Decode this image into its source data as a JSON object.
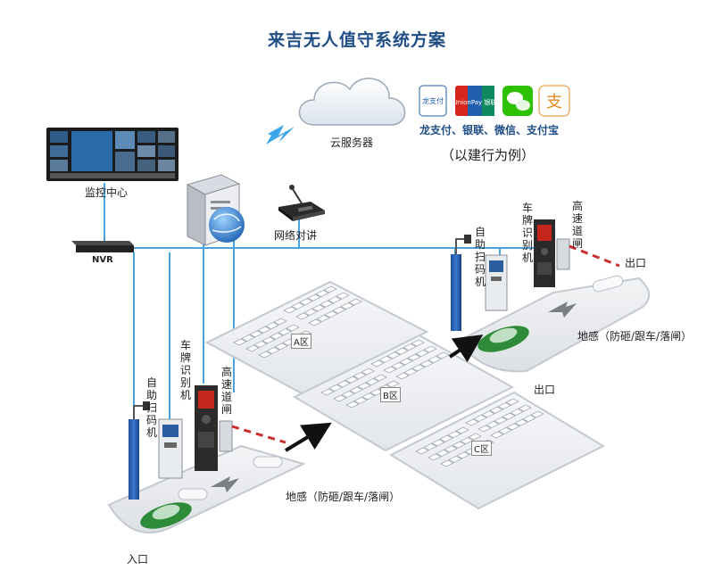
{
  "title": "来吉无人值守系统方案",
  "cloud": {
    "label": "云服务器"
  },
  "payments": {
    "icons": [
      {
        "name": "longpay-logo",
        "text": "龙支付",
        "color": "#1f5fae"
      },
      {
        "name": "unionpay-logo",
        "text": "UnionPay 银联",
        "color": "#d7261e"
      },
      {
        "name": "wechat-logo",
        "text": "",
        "color": "#2dc100"
      },
      {
        "name": "alipay-logo",
        "text": "支",
        "color": "#e58a1f"
      }
    ],
    "caption": "龙支付、银联、微信、支付宝",
    "note": "（以建行为例）"
  },
  "monitor": {
    "label": "监控中心"
  },
  "nvr": {
    "label": "NVR"
  },
  "intercom": {
    "label": "网络对讲"
  },
  "entry": {
    "kiosk_label": "自助扫码机",
    "lpr_label": "车牌识别机",
    "barrier_label": "高速道闸",
    "sensor_label": "地感（防砸/跟车/落闸）",
    "gate_label": "入口"
  },
  "exit": {
    "kiosk_label": "自助扫码机",
    "lpr_label": "车牌识别机",
    "barrier_label": "高速道闸",
    "sensor_label": "地感（防砸/跟车/落闸）",
    "gate_label": "出口"
  },
  "mid_exit_label": "出口",
  "zones": {
    "a": "A区",
    "b": "B区",
    "c": "C区"
  },
  "colors": {
    "title": "#1f4e86",
    "network_line": "#4aa3df",
    "car": "#2e8b3a",
    "arrow": "#2d6fb5"
  }
}
